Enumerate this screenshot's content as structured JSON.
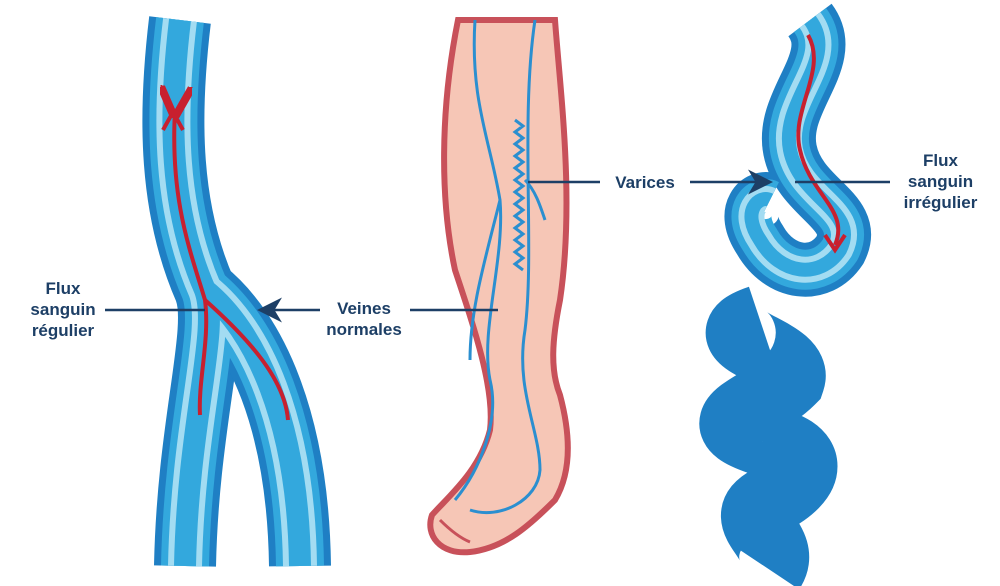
{
  "labels": {
    "normal_flow": [
      "Flux",
      "sanguin",
      "régulier"
    ],
    "normal_veins": [
      "Veines",
      "normales"
    ],
    "varices": "Varices",
    "irregular_flow": [
      "Flux",
      "sanguin",
      "irrégulier"
    ]
  },
  "colors": {
    "vein_dark": "#1f7fc4",
    "vein_mid": "#33a8dd",
    "vein_light": "#a3dcf2",
    "blood": "#c8202f",
    "skin": "#f6c6b6",
    "skin_outline": "#c8515a",
    "text": "#1d3f66"
  }
}
